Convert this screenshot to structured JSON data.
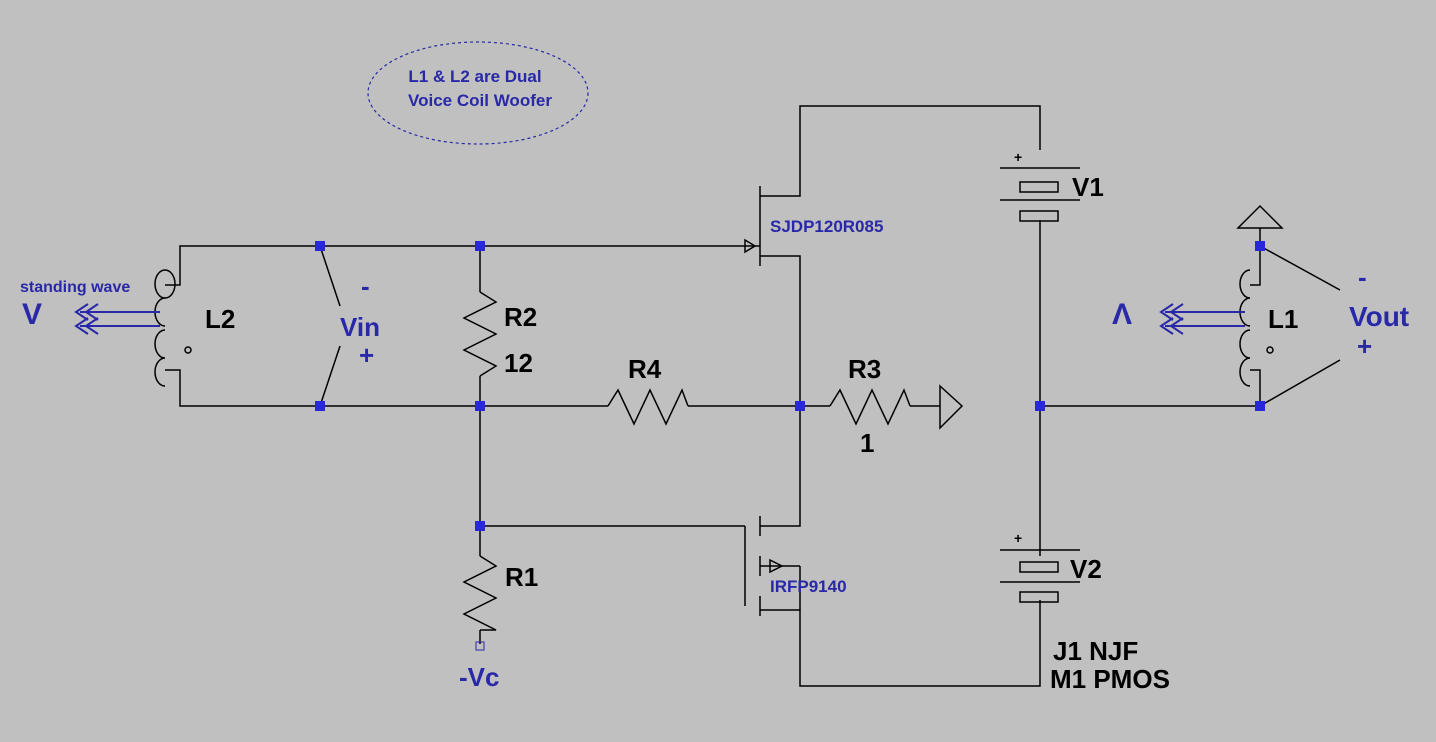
{
  "colors": {
    "background": "#c0c0c0",
    "wire": "#000000",
    "label": "#2828a8",
    "junction": "#2828d8"
  },
  "note": {
    "line1": "L1 & L2 are Dual",
    "line2": "Voice Coil Woofer"
  },
  "labels": {
    "standing_wave": "standing wave",
    "v_arrow": "V",
    "up_arrow": "Λ",
    "vin": "Vin",
    "vin_minus": "-",
    "vin_plus": "+",
    "vout": "Vout",
    "vout_minus": "-",
    "vout_plus": "+",
    "neg_vc": "-Vc"
  },
  "components": {
    "l2": "L2",
    "l1": "L1",
    "r1": "R1",
    "r2": "R2",
    "r2_value": "12",
    "r3": "R3",
    "r3_value": "1",
    "r4": "R4",
    "v1": "V1",
    "v2": "V2",
    "v1_plus": "+",
    "v2_plus": "+",
    "q_top": "SJDP120R085",
    "q_bottom": "IRFP9140",
    "models_line1": "J1 NJF",
    "models_line2": "M1 PMOS"
  }
}
